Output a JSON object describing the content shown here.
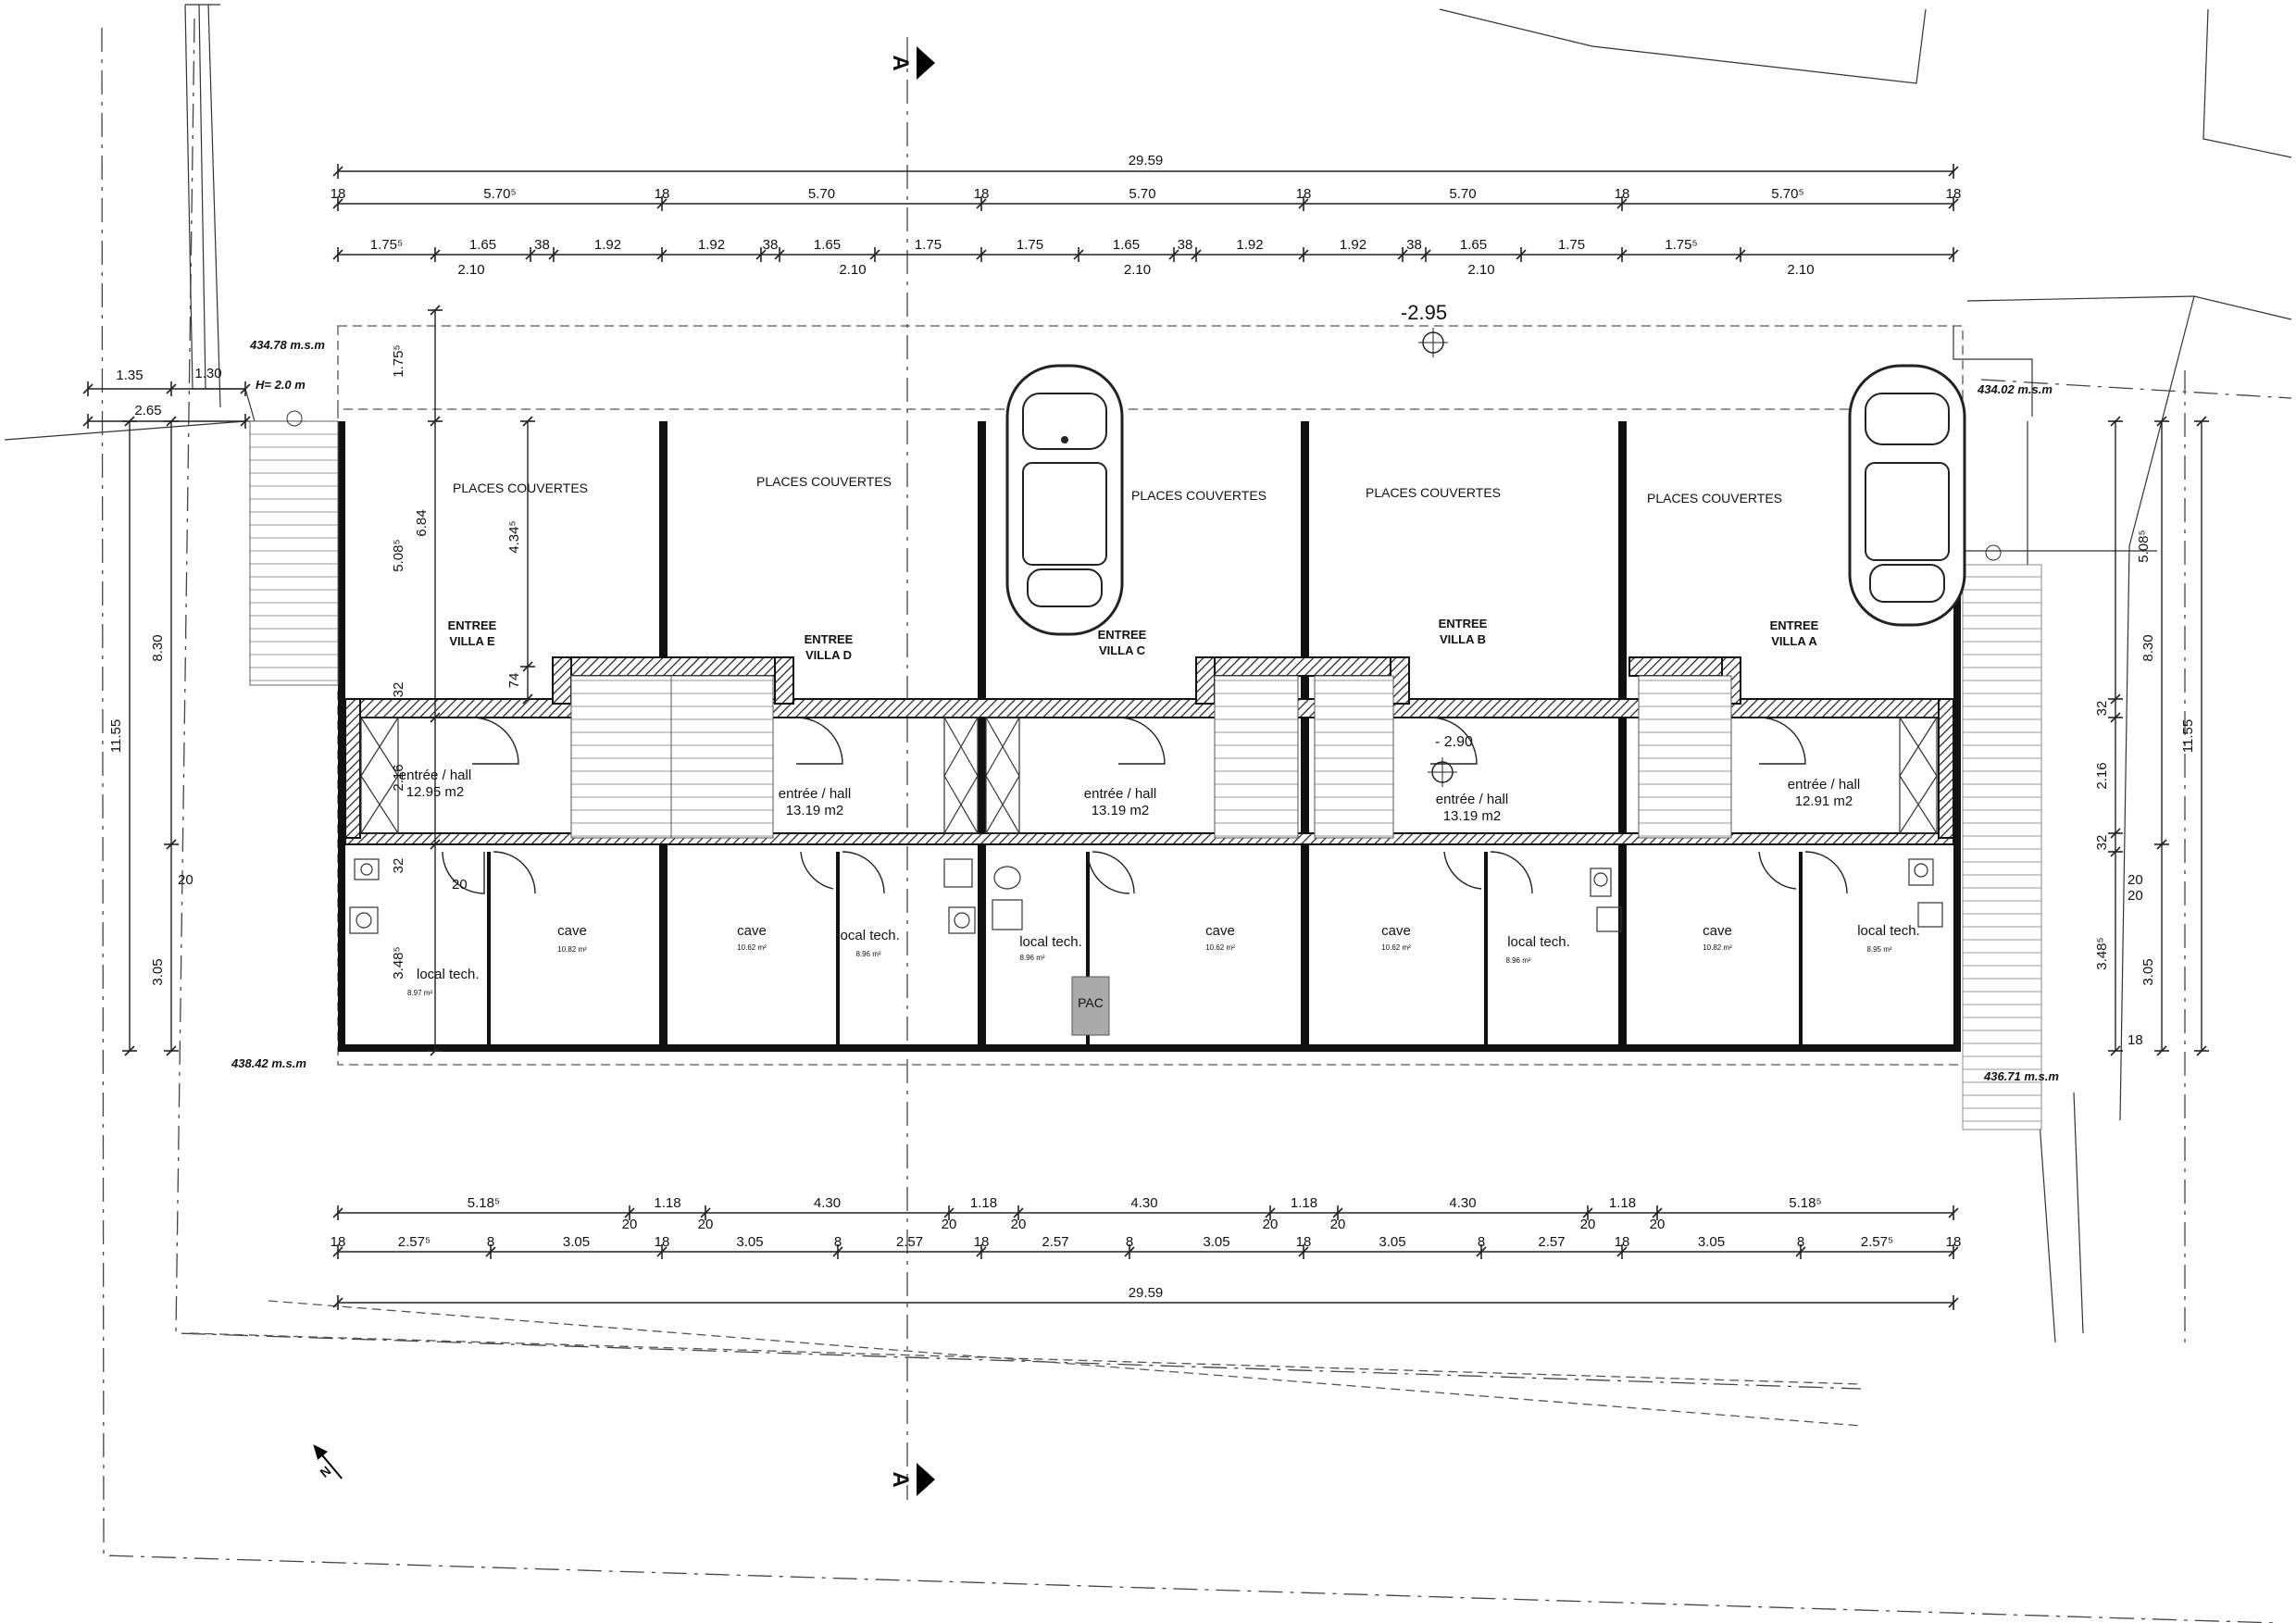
{
  "section_marker": "A",
  "north_label": "N",
  "dims_top": {
    "overall": "29.59",
    "units": [
      "5.70⁵",
      "5.70",
      "5.70",
      "5.70",
      "5.70⁵"
    ],
    "wall": "18",
    "row2": [
      "1.75⁵",
      "1.65",
      "38",
      "1.92",
      "1.92",
      "38",
      "1.65",
      "1.75",
      "1.75",
      "1.65",
      "38",
      "1.92",
      "1.92",
      "38",
      "1.65",
      "1.75",
      "1.75⁵"
    ],
    "row2_sub": [
      "2.10",
      "2.10",
      "2.10",
      "2.10",
      "2.10"
    ]
  },
  "dims_bottom": {
    "row1": [
      "5.18⁵",
      "1.18",
      "4.30",
      "1.18",
      "4.30",
      "1.18",
      "4.30",
      "1.18",
      "5.18⁵"
    ],
    "row1_ticks": "20",
    "row2": [
      "2.57⁵",
      "3.05",
      "3.05",
      "2.57",
      "2.57",
      "3.05",
      "3.05",
      "2.57",
      "3.05",
      "2.57⁵"
    ],
    "row2_ticks": [
      "18",
      "8"
    ],
    "overall": "29.59"
  },
  "dims_left": {
    "top": [
      "1.35",
      "1.30",
      "2.65"
    ],
    "vertical": [
      "11.55",
      "8.30",
      "3.05",
      "6.84",
      "5.08⁵",
      "1.75⁵",
      "4.34⁵",
      "74",
      "32",
      "2.16",
      "32",
      "3.48⁵",
      "20",
      "20"
    ]
  },
  "dims_right": {
    "vertical": [
      "11.55",
      "8.30",
      "3.05",
      "5.08⁵",
      "32",
      "2.16",
      "32",
      "3.48⁵",
      "20",
      "20",
      "18"
    ]
  },
  "levels": {
    "top_center": "-2.95",
    "hall_level": "- 2.90",
    "alt_top_left": "434.78 m.s.m",
    "alt_top_right": "434.02 m.s.m",
    "alt_bottom_left": "438.42 m.s.m",
    "alt_bottom_right": "436.71 m.s.m",
    "height_note": "H= 2.0 m"
  },
  "villas": [
    {
      "parking": "PLACES COUVERTES",
      "entry_1": "ENTREE",
      "entry_2": "VILLA E",
      "hall": "entrée / hall",
      "hall_area": "12.95 m2",
      "cave": "cave",
      "cave_area": "10.82 m²",
      "tech": "local tech.",
      "tech_area": "8.97 m²"
    },
    {
      "parking": "PLACES COUVERTES",
      "entry_1": "ENTREE",
      "entry_2": "VILLA D",
      "hall": "entrée / hall",
      "hall_area": "13.19 m2",
      "cave": "cave",
      "cave_area": "10.62 m²",
      "tech": "local tech.",
      "tech_area": "8.96 m²"
    },
    {
      "parking": "PLACES COUVERTES",
      "entry_1": "ENTREE",
      "entry_2": "VILLA C",
      "hall": "entrée / hall",
      "hall_area": "13.19 m2",
      "cave": "cave",
      "cave_area": "10.62 m²",
      "tech": "local tech.",
      "tech_area": "8.96 m²"
    },
    {
      "parking": "PLACES COUVERTES",
      "entry_1": "ENTREE",
      "entry_2": "VILLA B",
      "hall": "entrée / hall",
      "hall_area": "13.19 m2",
      "cave": "cave",
      "cave_area": "10.62 m²",
      "tech": "local tech.",
      "tech_area": "8.96 m²"
    },
    {
      "parking": "PLACES COUVERTES",
      "entry_1": "ENTREE",
      "entry_2": "VILLA A",
      "hall": "entrée / hall",
      "hall_area": "12.91 m2",
      "cave": "cave",
      "cave_area": "10.82 m²",
      "tech": "local tech.",
      "tech_area": "8.95 m²"
    }
  ],
  "equipment": {
    "pac": "PAC"
  },
  "icons": [
    "section-arrow-icon",
    "north-arrow-icon",
    "car-icon",
    "level-marker-icon"
  ]
}
